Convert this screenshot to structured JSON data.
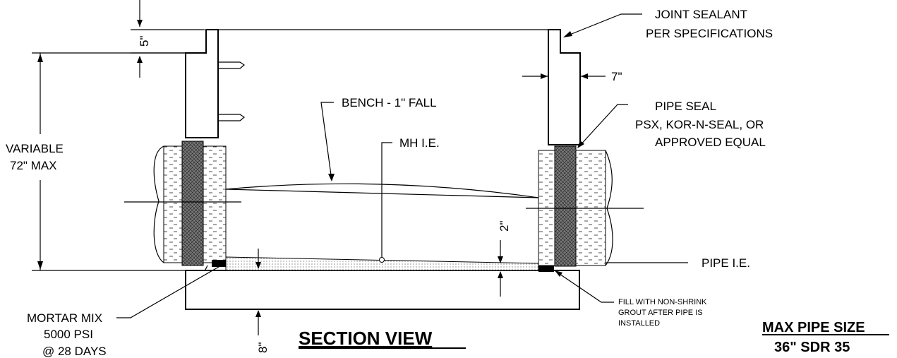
{
  "labels": {
    "joint_sealant_1": "JOINT SEALANT",
    "joint_sealant_2": "PER SPECIFICATIONS",
    "dim_5in": "5\"",
    "dim_7in": "7\"",
    "dim_2in": "2\"",
    "dim_8in": "8\"",
    "bench": "BENCH - 1\" FALL",
    "mh_ie": "MH I.E.",
    "pipe_seal_1": "PIPE SEAL",
    "pipe_seal_2": "PSX, KOR-N-SEAL, OR",
    "pipe_seal_3": "APPROVED EQUAL",
    "variable_1": "VARIABLE",
    "variable_2": "72\" MAX",
    "pipe_ie": "PIPE I.E.",
    "fill_1": "FILL WITH NON-SHRINK",
    "fill_2": "GROUT AFTER PIPE IS",
    "fill_3": "INSTALLED",
    "mortar_1": "MORTAR MIX",
    "mortar_2": "5000 PSI",
    "mortar_3": "@ 28 DAYS",
    "section_view": "SECTION VIEW",
    "max_pipe_1": "MAX PIPE SIZE",
    "max_pipe_2": "36\" SDR 35"
  },
  "colors": {
    "line": "#000000",
    "concrete_fill": "#ffffff",
    "seal_fill": "#555555"
  }
}
